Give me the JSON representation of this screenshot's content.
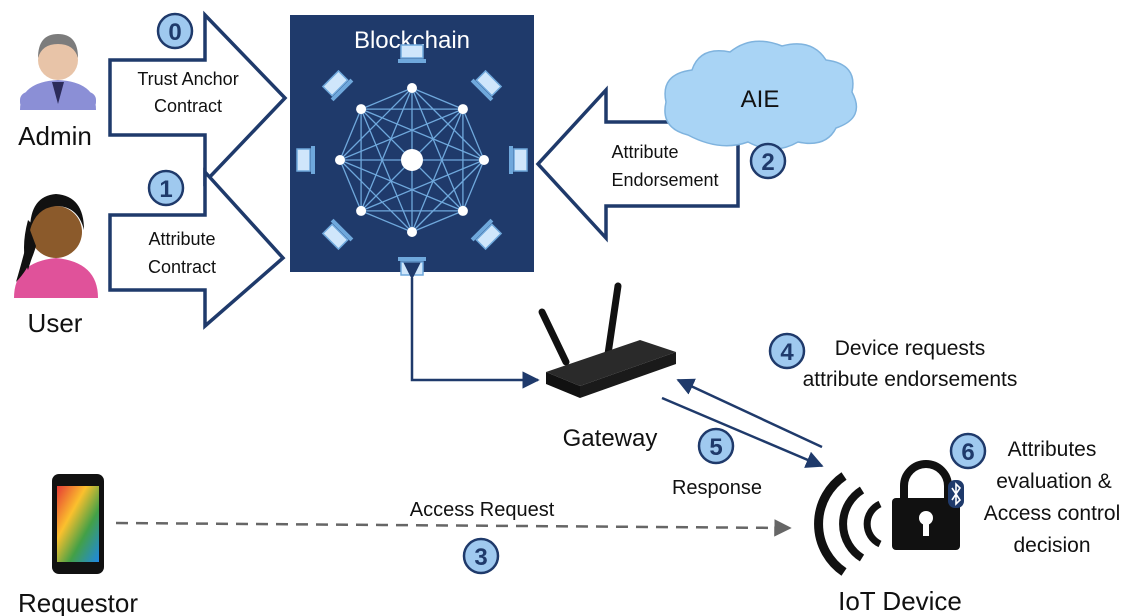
{
  "actors": {
    "admin": "Admin",
    "user": "User",
    "requestor": "Requestor"
  },
  "blockchain": {
    "title": "Blockchain"
  },
  "aie": "AIE",
  "gateway": "Gateway",
  "iot_device": "IoT Device",
  "arrows": {
    "trust_anchor": [
      "Trust Anchor",
      "Contract"
    ],
    "attribute_contract": [
      "Attribute",
      "Contract"
    ],
    "attribute_endorsement": [
      "Attribute",
      "Endorsement"
    ]
  },
  "steps": {
    "s0": "0",
    "s1": "1",
    "s2": "2",
    "s3": "3",
    "s4": "4",
    "s5": "5",
    "s6": "6"
  },
  "labels": {
    "device_requests": [
      "Device requests",
      "attribute endorsements"
    ],
    "response": "Response",
    "access_request": "Access Request",
    "evaluation": [
      "Attributes",
      "evaluation &",
      "Access control",
      "decision"
    ]
  },
  "colors": {
    "blockchain_bg": "#1f3a6b",
    "arrow_stroke": "#1f3a6b",
    "badge_fill": "#9fc9ef",
    "badge_stroke": "#1f3a6b",
    "cloud_fill": "#a9d4f5",
    "node": "#ffffff",
    "link": "#6fa8dc"
  },
  "icons": {
    "admin": "person-admin-icon",
    "user": "person-user-icon",
    "requestor": "smartphone-icon",
    "gateway": "router-icon",
    "iot": "lock-wireless-icon",
    "bluetooth": "bluetooth-icon"
  }
}
